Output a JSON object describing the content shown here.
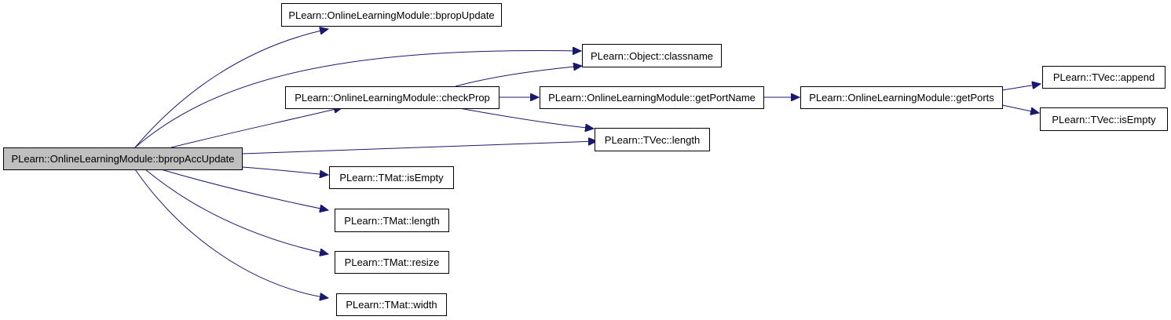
{
  "colors": {
    "edge": "#191970",
    "root_fill": "#bfbfbf",
    "node_fill": "#ffffff",
    "border": "#000000"
  },
  "nodes": {
    "bpropAccUpdate": "PLearn::OnlineLearningModule::bpropAccUpdate",
    "bpropUpdate": "PLearn::OnlineLearningModule::bpropUpdate",
    "classname": "PLearn::Object::classname",
    "checkProp": "PLearn::OnlineLearningModule::checkProp",
    "getPortName": "PLearn::OnlineLearningModule::getPortName",
    "getPorts": "PLearn::OnlineLearningModule::getPorts",
    "tvecAppend": "PLearn::TVec::append",
    "tvecIsEmpty": "PLearn::TVec::isEmpty",
    "tvecLength": "PLearn::TVec::length",
    "tmatIsEmpty": "PLearn::TMat::isEmpty",
    "tmatLength": "PLearn::TMat::length",
    "tmatResize": "PLearn::TMat::resize",
    "tmatWidth": "PLearn::TMat::width"
  }
}
